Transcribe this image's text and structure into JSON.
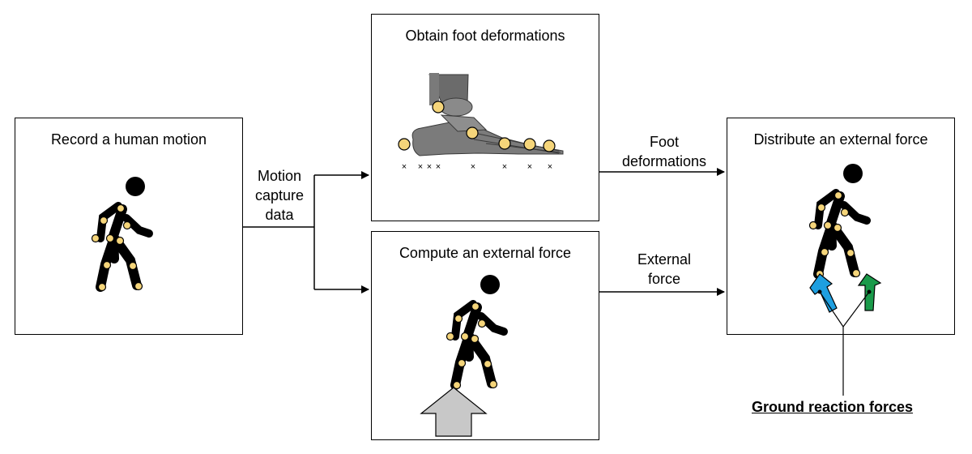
{
  "boxes": {
    "record": {
      "title": "Record a human motion"
    },
    "foot": {
      "title": "Obtain foot deformations"
    },
    "compute": {
      "title": "Compute an external force"
    },
    "distribute": {
      "title": "Distribute an external force"
    }
  },
  "edges": {
    "motion_capture": [
      "Motion",
      "capture",
      "data"
    ],
    "foot_deformations": [
      "Foot",
      "deformations"
    ],
    "external_force": [
      "External",
      "force"
    ]
  },
  "caption": "Ground reaction forces",
  "colors": {
    "marker_fill": "#f5d57a",
    "figure": "#000000",
    "bone": "#6b6b6b",
    "arrow_gray": "#c8c8c8",
    "arrow_blue": "#1e9fe0",
    "arrow_green": "#1a9a4a"
  }
}
